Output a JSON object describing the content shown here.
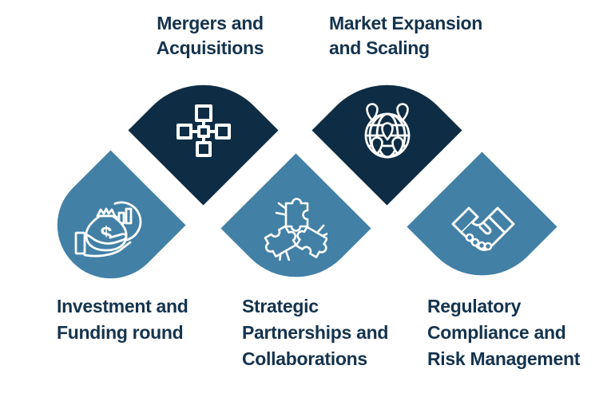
{
  "diagram": {
    "colors": {
      "dark_shape": "#0e2d45",
      "light_shape": "#4280a6",
      "label_text": "#14334e",
      "icon_stroke": "#ffffff"
    },
    "items": {
      "mergers": {
        "lines": [
          "Mergers and",
          "Acquisitions"
        ],
        "icon": "network-icon"
      },
      "market": {
        "lines": [
          "Market Expansion",
          "and Scaling"
        ],
        "icon": "globe-pins-icon"
      },
      "investment": {
        "lines": [
          "Investment and",
          "Funding round"
        ],
        "icon": "money-hand-icon"
      },
      "strategic": {
        "lines": [
          "Strategic",
          "Partnerships and",
          "Collaborations"
        ],
        "icon": "puzzle-hands-icon"
      },
      "regulatory": {
        "lines": [
          "Regulatory",
          "Compliance and",
          "Risk Management"
        ],
        "icon": "handshake-icon"
      }
    },
    "money_symbol": "$"
  }
}
